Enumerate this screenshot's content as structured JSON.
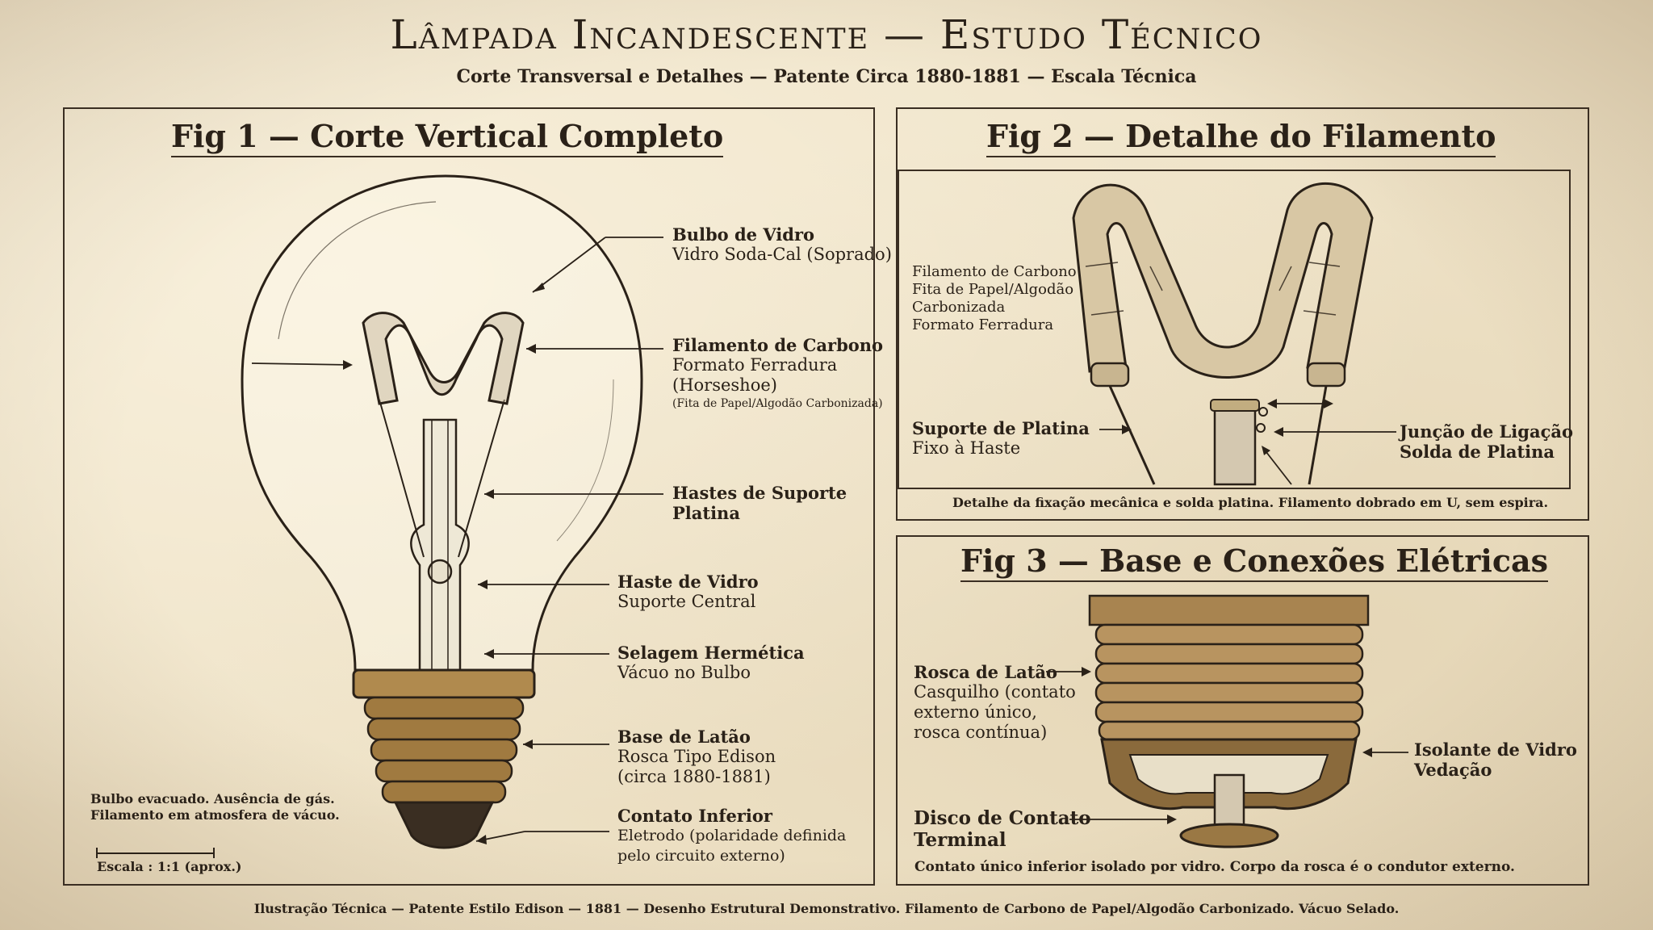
{
  "header": {
    "title": "Lâmpada Incandescente — Estudo Técnico",
    "subtitle": "Corte Transversal e Detalhes — Patente Circa 1880-1881 — Escala Técnica"
  },
  "fig1": {
    "title": "Fig 1 — Corte Vertical Completo",
    "labels": {
      "bulbo": {
        "title": "Bulbo de Vidro",
        "sub": "Vidro Soda-Cal (Soprado)"
      },
      "filamento": {
        "title": "Filamento de Carbono",
        "line2": "Formato Ferradura",
        "line3": "(Horseshoe)",
        "note": "(Fita de Papel/Algodão Carbonizada)"
      },
      "hastes": {
        "title": "Hastes de Suporte",
        "line2": "Platina"
      },
      "haste_vidro": {
        "title": "Haste de Vidro",
        "sub": "Suporte Central"
      },
      "selagem": {
        "title": "Selagem Hermética",
        "sub": "Vácuo no Bulbo"
      },
      "base": {
        "title": "Base de Latão",
        "sub1": "Rosca Tipo Edison",
        "sub2": "(circa 1880-1881)"
      },
      "contato": {
        "title": "Contato Inferior",
        "sub1": "Eletrodo (polaridade definida",
        "sub2": "pelo circuito externo)"
      }
    },
    "note_line1": "Bulbo evacuado. Ausência de gás.",
    "note_line2": "Filamento em atmosfera de vácuo.",
    "scale": "Escala : 1:1 (aprox.)"
  },
  "fig2": {
    "title": "Fig 2 — Detalhe do Filamento",
    "labels": {
      "filamento": {
        "l1": "Filamento de Carbono",
        "l2": "Fita de Papel/Algodão",
        "l3": "Carbonizada",
        "l4": "Formato Ferradura"
      },
      "suporte": {
        "title": "Suporte de Platina",
        "sub": "Fixo à Haste"
      },
      "juncao": {
        "title": "Junção de Ligação",
        "sub": "Solda de Platina"
      }
    },
    "caption": "Detalhe da fixação mecânica e solda platina. Filamento dobrado em U, sem espira."
  },
  "fig3": {
    "title": "Fig 3 — Base e Conexões Elétricas",
    "labels": {
      "rosca": {
        "title": "Rosca de Latão",
        "l2": "Casquilho (contato",
        "l3": "externo único,",
        "l4": "rosca contínua)"
      },
      "isolante": {
        "title": "Isolante de Vidro",
        "sub": "Vedação"
      },
      "disco": {
        "title": "Disco de Contato",
        "l2": "Terminal"
      }
    },
    "caption": "Contato único inferior isolado por vidro. Corpo da rosca é o condutor externo."
  },
  "footer": "Ilustração Técnica — Patente Estilo Edison — 1881 — Desenho Estrutural Demonstrativo. Filamento de Carbono de Papel/Algodão Carbonizado. Vácuo Selado.",
  "colors": {
    "ink": "#2a2118",
    "paper": "#efe3c8",
    "brass": "#b08a4e"
  }
}
